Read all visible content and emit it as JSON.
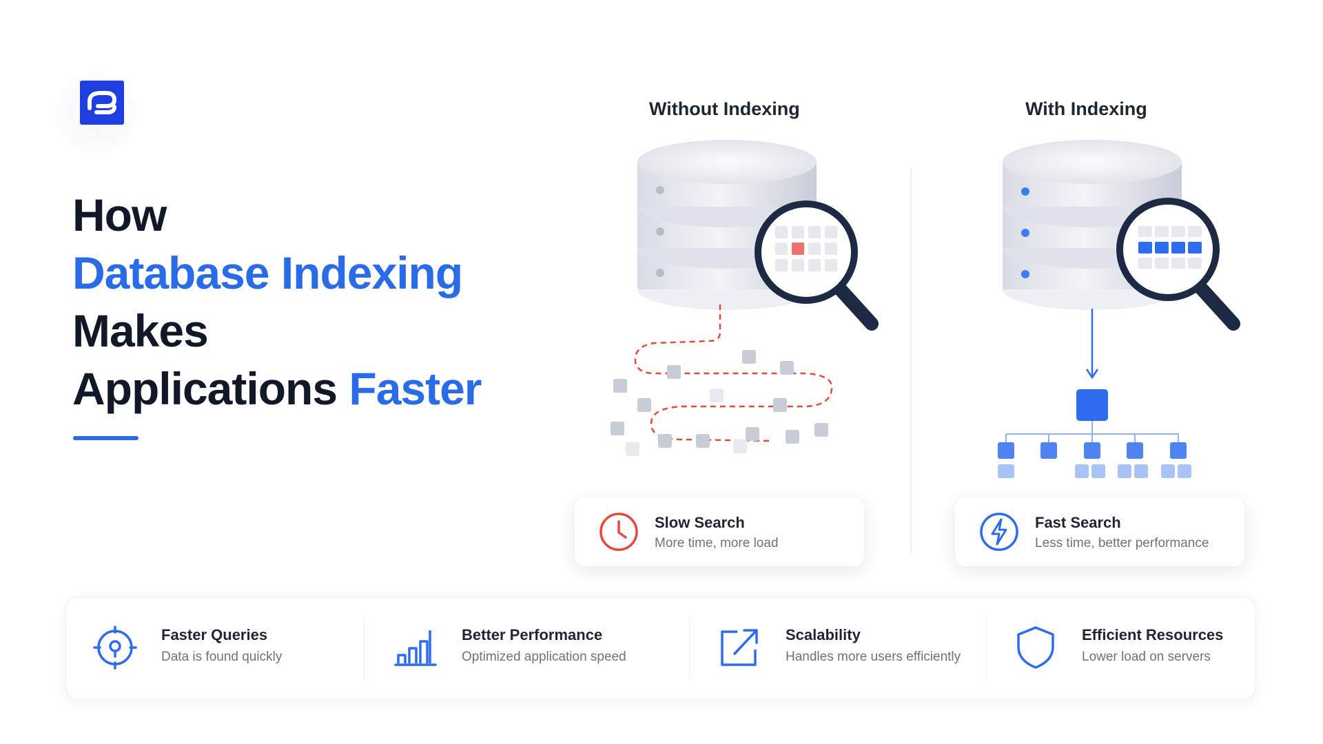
{
  "headline": {
    "line1": "How",
    "line2": "Database Indexing",
    "line3": "Makes",
    "line4_plain": "Applications ",
    "line4_accent": "Faster"
  },
  "without": {
    "title": "Without Indexing",
    "card_title": "Slow Search",
    "card_subtitle": "More time, more load"
  },
  "with": {
    "title": "With Indexing",
    "card_title": "Fast Search",
    "card_subtitle": "Less time, better performance"
  },
  "features": [
    {
      "title": "Faster Queries",
      "subtitle": "Data is found quickly",
      "icon": "target-icon"
    },
    {
      "title": "Better Performance",
      "subtitle": "Optimized application speed",
      "icon": "bar-chart-icon"
    },
    {
      "title": "Scalability",
      "subtitle": "Handles more users efficiently",
      "icon": "expand-arrow-icon"
    },
    {
      "title": "Efficient Resources",
      "subtitle": "Lower load on servers",
      "icon": "shield-icon"
    }
  ],
  "colors": {
    "accent": "#2a6be8",
    "dark_text": "#111827",
    "slow_red": "#e5483b",
    "fast_blue": "#2f6bed",
    "logo_blue": "#1d3fe0"
  }
}
